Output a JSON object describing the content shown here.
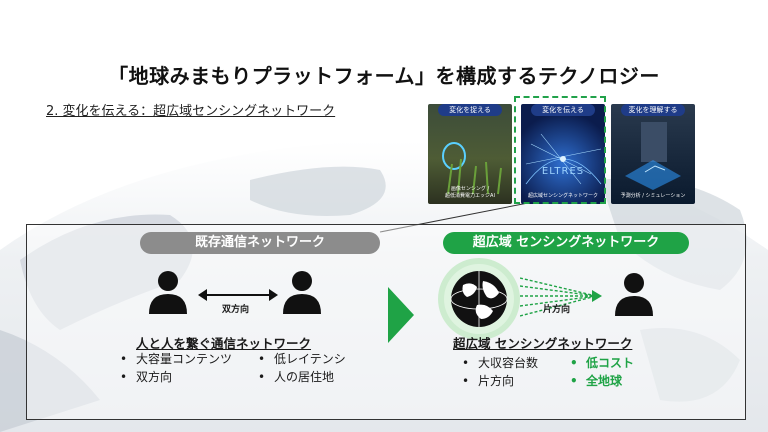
{
  "title": "「地球みまもりプラットフォーム」を構成するテクノロジー",
  "subtitle": "2. 変化を伝える：超広域センシングネットワーク",
  "panels": [
    {
      "caption": "変化を捉える",
      "footer": "画像センシング /\n超低消費電力エッジAI"
    },
    {
      "caption": "変化を伝える",
      "logo": "ELTRES",
      "footer": "超広域センシングネットワーク"
    },
    {
      "caption": "変化を理解する",
      "footer": "予測分析 / シミュレーション"
    }
  ],
  "left": {
    "header": "既存通信ネットワーク",
    "arrow_label": "双方向",
    "net_title": "人と人を繋ぐ通信ネットワーク",
    "bullets_col1": [
      "大容量コンテンツ",
      "双方向"
    ],
    "bullets_col2": [
      "低レイテンシ",
      "人の居住地"
    ]
  },
  "right": {
    "header": "超広域 センシングネットワーク",
    "arrow_label": "片方向",
    "net_title": "超広域 センシングネットワーク",
    "bullets_col1": [
      "大収容台数",
      "片方向"
    ],
    "bullets_col2": [
      "低コスト",
      "全地球"
    ]
  },
  "bullet_char": "•",
  "colors": {
    "accent_green": "#1fa346",
    "header_gray": "#8c8c8c",
    "caption_blue": "#1f3c88"
  }
}
